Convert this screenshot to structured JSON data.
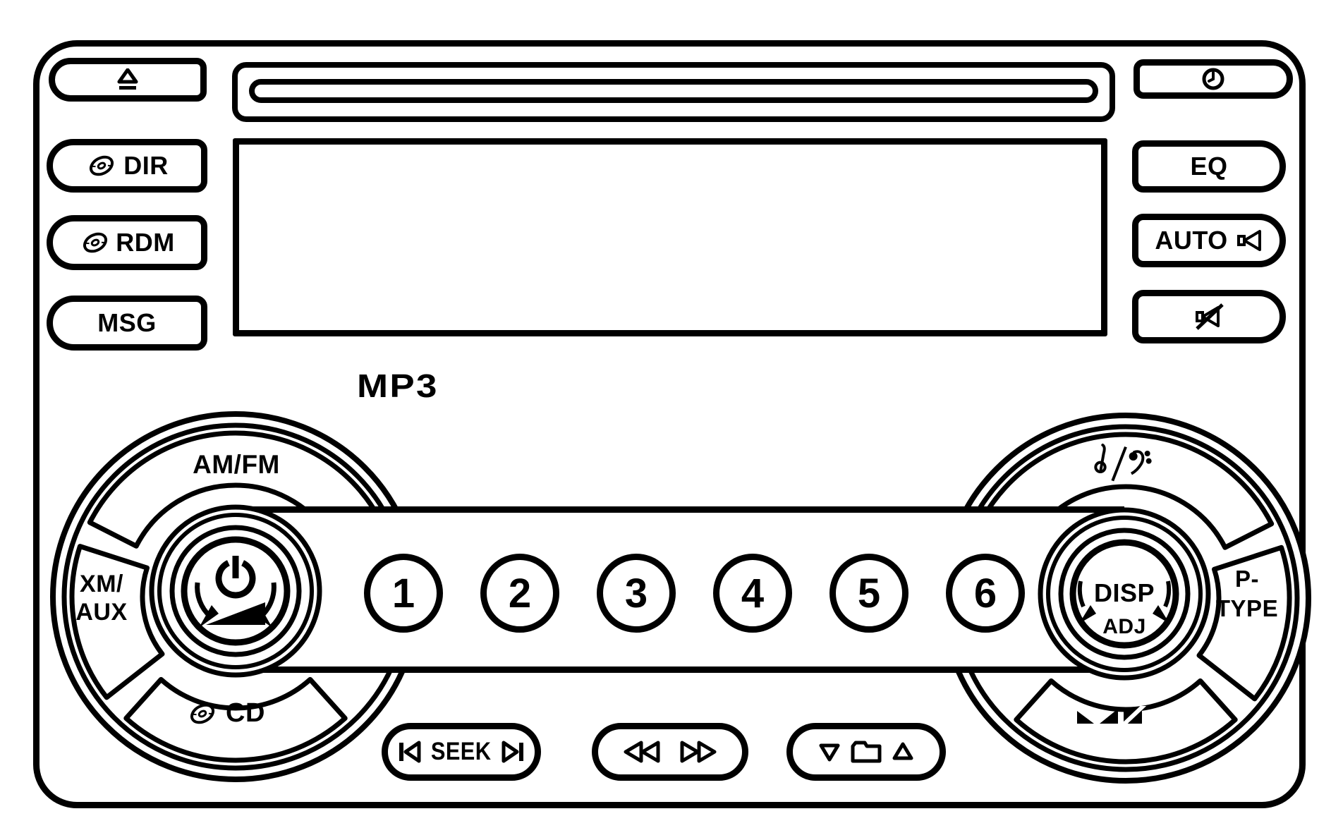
{
  "device": {
    "kind": "car-stereo-faceplate",
    "branding_logo": "MP3"
  },
  "colors": {
    "line": "#000000",
    "background": "#ffffff"
  },
  "top_row": {
    "eject_button": {
      "icon": "eject-icon"
    },
    "cd_slot": {
      "icon": "disc-slot"
    },
    "clock_button": {
      "icon": "clock-icon"
    }
  },
  "left_column": {
    "dir_button": {
      "icon": "cd-icon",
      "label": "DIR"
    },
    "rdm_button": {
      "icon": "cd-icon",
      "label": "RDM"
    },
    "msg_button": {
      "label": "MSG"
    }
  },
  "right_column": {
    "eq_button": {
      "label": "EQ"
    },
    "auto_button": {
      "label": "AUTO",
      "icon": "speaker-icon"
    },
    "mute_button": {
      "icon": "mute-speaker-icon"
    }
  },
  "left_dial": {
    "am_fm_button": {
      "label": "AM/FM"
    },
    "xm_aux_button": {
      "label_line1": "XM/",
      "label_line2": "AUX"
    },
    "cd_button": {
      "icon": "cd-icon",
      "label": "CD"
    },
    "volume_knob": {
      "icon": "power-icon",
      "secondary_icons": [
        "rotate-left-arrow-icon",
        "volume-wedge-icon",
        "rotate-right-arrow-icon"
      ]
    }
  },
  "preset_buttons": [
    "1",
    "2",
    "3",
    "4",
    "5",
    "6"
  ],
  "right_dial": {
    "category_button": {
      "icon": "music-clef-icon"
    },
    "p_type_button": {
      "label_line1": "P-",
      "label_line2": "TYPE"
    },
    "balance_button": {
      "icon": "balance-fade-icon"
    },
    "adjust_knob": {
      "label_line1": "DISP",
      "label_line2": "ADJ",
      "secondary_icons": [
        "rotate-left-arrow-icon",
        "rotate-right-arrow-icon"
      ]
    }
  },
  "bottom_row": {
    "seek_button": {
      "icon_left": "previous-track-icon",
      "label": "SEEK",
      "icon_right": "next-track-icon"
    },
    "scan_button": {
      "icon_left": "rewind-icon",
      "icon_right": "fast-forward-icon"
    },
    "folder_button": {
      "icon_left": "folder-down-icon",
      "icon_center": "folder-icon",
      "icon_right": "folder-up-icon"
    }
  }
}
